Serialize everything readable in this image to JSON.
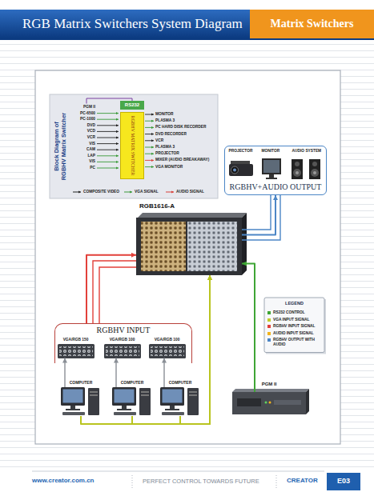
{
  "diagram": {
    "title": "RGB Matrix Switchers System Diagram",
    "nodes": [
      {
        "text": [
          "Matrix Switchers"
        ]
      },
      {
        "text": [
          "Block Diagram of RGBHV Matrix Switcher"
        ]
      },
      {
        "text": [
          "RS232"
        ],
        "in": 1
      },
      {
        "text": [
          "RGBHV MATRIX SWITCHER"
        ],
        "in": 1
      },
      {
        "text": [
          "PROJECTOR",
          "MONITOR",
          "AUDIO SYSTEM",
          "RGBHV+AUDIO OUTPUT"
        ]
      },
      {
        "text": [
          "RGB1616-A"
        ]
      },
      {
        "text": [
          "RGBHV INPUT"
        ]
      },
      {
        "text": [
          "VGA/RGB 150"
        ],
        "in": 6
      },
      {
        "text": [
          "VGA/RGB 100"
        ],
        "in": 6
      },
      {
        "text": [
          "VGA/RGB 100"
        ],
        "in": 6
      },
      {
        "text": [
          "COMPUTER"
        ]
      },
      {
        "text": [
          "COMPUTER"
        ]
      },
      {
        "text": [
          "COMPUTER"
        ]
      },
      {
        "text": [
          "PGM II"
        ]
      }
    ],
    "edges": [
      {
        "from": 5,
        "to": 4,
        "arrow": "to"
      },
      {
        "from": 6,
        "to": 5,
        "arrow": "to"
      },
      {
        "from": 10,
        "to": 5,
        "arrow": "to"
      },
      {
        "from": 11,
        "to": 5,
        "arrow": "to"
      },
      {
        "from": 12,
        "to": 5,
        "arrow": "to"
      },
      {
        "from": 10,
        "to": 7,
        "arrow": "to"
      },
      {
        "from": 11,
        "to": 8,
        "arrow": "to"
      },
      {
        "from": 12,
        "to": 9,
        "arrow": "to"
      },
      {
        "from": 13,
        "to": 5,
        "arrow": "to"
      }
    ],
    "labels": [
      "PGM II",
      "PC-6500",
      "PC-1000",
      "DVD",
      "VCD",
      "VCR",
      "VIS",
      "CAM",
      "LAP",
      "VIS",
      "PC",
      "MONITOR",
      "PLASMA 3",
      "PC HARD DISK RECORDER",
      "DVD RECORDER",
      "VCR",
      "PLASMA 3",
      "PROJECTOR",
      "MIXER (AUDIO BREAKAWAY)",
      "VGA MONITOR",
      "COMPOSITE VIDEO",
      "VGA SIGNAL",
      "AUDIO SIGNAL",
      "LEGEND",
      "www.creator.com.cn",
      "PERFECT CONTROL TOWARDS FUTURE",
      "CREATOR",
      "E03"
    ],
    "legend": [
      {
        "text": "RS232 CONTROL",
        "color": "#3fa535"
      },
      {
        "text": "VGA INPUT SIGNAL",
        "color": "#c2cc2a"
      },
      {
        "text": "RGBHV INPUT SIGNAL",
        "color": "#e2403a"
      },
      {
        "text": "AUDIO INPUT SIGNAL",
        "color": "#f2b31c"
      },
      {
        "text": "RGBHV OUTPUT WITH AUDIO",
        "color": "#4c86c6"
      }
    ]
  }
}
